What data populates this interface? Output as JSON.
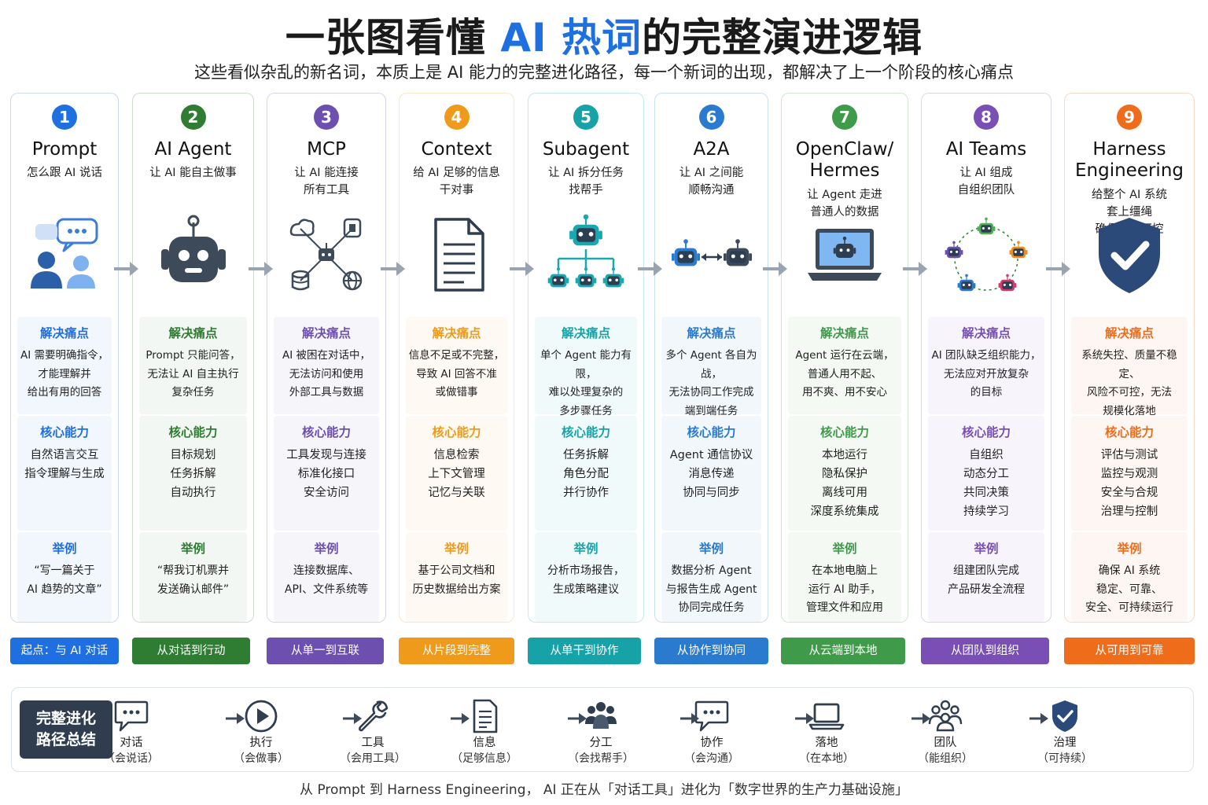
{
  "title": {
    "pre": "一张图看懂 ",
    "accent": "AI 热词",
    "post": "的完整演进逻辑"
  },
  "subtitle": "这些看似杂乱的新名词，本质上是 AI 能力的完整进化路径，每一个新词的出现，都解决了上一个阶段的核心痛点",
  "section_labels": {
    "pain": "解决痛点",
    "core": "核心能力",
    "example": "举例"
  },
  "cards": [
    {
      "num": "1",
      "name": "Prompt",
      "desc": "怎么跟 AI 说话",
      "icon": "chat-people-icon",
      "color": "#1f6fe0",
      "pain": [
        "AI 需要明确指令，",
        "才能理解并",
        "给出有用的回答"
      ],
      "core": [
        "自然语言交互",
        "指令理解与生成"
      ],
      "example": [
        "“写一篇关于",
        "AI 趋势的文章”"
      ],
      "tag": "起点：与 AI 对话"
    },
    {
      "num": "2",
      "name": "AI Agent",
      "desc": "让 AI 能自主做事",
      "icon": "robot-icon",
      "color": "#2e7d32",
      "pain": [
        "Prompt 只能问答，",
        "无法让 AI 自主执行",
        "复杂任务"
      ],
      "core": [
        "目标规划",
        "任务拆解",
        "自动执行"
      ],
      "example": [
        "“帮我订机票并",
        "发送确认邮件”"
      ],
      "tag": "从对话到行动"
    },
    {
      "num": "3",
      "name": "MCP",
      "desc": "让 AI 能连接\n所有工具",
      "icon": "tool-network-icon",
      "color": "#6d4fb0",
      "pain": [
        "AI 被困在对话中，",
        "无法访问和使用",
        "外部工具与数据"
      ],
      "core": [
        "工具发现与连接",
        "标准化接口",
        "安全访问"
      ],
      "example": [
        "连接数据库、",
        "API、文件系统等"
      ],
      "tag": "从单一到互联"
    },
    {
      "num": "4",
      "name": "Context",
      "desc": "给 AI 足够的信息\n干对事",
      "icon": "document-icon",
      "color": "#ef9a1a",
      "pain": [
        "信息不足或不完整，",
        "导致 AI 回答不准",
        "或做错事"
      ],
      "core": [
        "信息检索",
        "上下文管理",
        "记忆与关联"
      ],
      "example": [
        "基于公司文档和",
        "历史数据给出方案"
      ],
      "tag": "从片段到完整"
    },
    {
      "num": "5",
      "name": "Subagent",
      "desc": "让 AI 拆分任务\n找帮手",
      "icon": "robot-tree-icon",
      "color": "#17a2a8",
      "pain": [
        "单个 Agent 能力有限，",
        "难以处理复杂的",
        "多步骤任务"
      ],
      "core": [
        "任务拆解",
        "角色分配",
        "并行协作"
      ],
      "example": [
        "分析市场报告，",
        "生成策略建议"
      ],
      "tag": "从单干到协作"
    },
    {
      "num": "6",
      "name": "A2A",
      "desc": "让 AI 之间能\n顺畅沟通",
      "icon": "robot-exchange-icon",
      "color": "#2a7bd0",
      "pain": [
        "多个 Agent 各自为战，",
        "无法协同工作完成",
        "端到端任务"
      ],
      "core": [
        "Agent 通信协议",
        "消息传递",
        "协同与同步"
      ],
      "example": [
        "数据分析 Agent",
        "与报告生成 Agent",
        "协同完成任务"
      ],
      "tag": "从协作到协同"
    },
    {
      "num": "7",
      "name": "OpenClaw/\nHermes",
      "desc": "让 Agent 走进\n普通人的数据",
      "icon": "laptop-robot-icon",
      "color": "#3f9a4a",
      "pain": [
        "Agent 运行在云端，",
        "普通人用不起、",
        "用不爽、用不安心"
      ],
      "core": [
        "本地运行",
        "隐私保护",
        "离线可用",
        "深度系统集成"
      ],
      "example": [
        "在本地电脑上",
        "运行 AI 助手，",
        "管理文件和应用"
      ],
      "tag": "从云端到本地"
    },
    {
      "num": "8",
      "name": "AI Teams",
      "desc": "让 AI 组成\n自组织团队",
      "icon": "robot-circle-icon",
      "color": "#7a4fb5",
      "pain": [
        "AI 团队缺乏组织能力，",
        "无法应对开放复杂",
        "的目标"
      ],
      "core": [
        "自组织",
        "动态分工",
        "共同决策",
        "持续学习"
      ],
      "example": [
        "组建团队完成",
        "产品研发全流程"
      ],
      "tag": "从团队到组织"
    },
    {
      "num": "9",
      "name": "Harness\nEngineering",
      "desc": "给整个 AI 系统\n套上缰绳\n确保稳定可控",
      "icon": "shield-check-icon",
      "color": "#ef6c1a",
      "pain": [
        "系统失控、质量不稳定、",
        "风险不可控，无法",
        "规模化落地"
      ],
      "core": [
        "评估与测试",
        "监控与观测",
        "安全与合规",
        "治理与控制"
      ],
      "example": [
        "确保 AI 系统",
        "稳定、可靠、",
        "安全、可持续运行"
      ],
      "tag": "从可用到可靠"
    }
  ],
  "summary": {
    "label": "完整进化\n路径总结",
    "items": [
      {
        "name": "对话",
        "sub": "（会说话）",
        "icon": "chat-bubble-icon"
      },
      {
        "name": "执行",
        "sub": "（会做事）",
        "icon": "play-icon"
      },
      {
        "name": "工具",
        "sub": "（会用工具）",
        "icon": "wrench-icon"
      },
      {
        "name": "信息",
        "sub": "（足够信息）",
        "icon": "document-icon"
      },
      {
        "name": "分工",
        "sub": "（会找帮手）",
        "icon": "group-icon"
      },
      {
        "name": "协作",
        "sub": "（会沟通）",
        "icon": "chat-bubble-icon"
      },
      {
        "name": "落地",
        "sub": "（在本地）",
        "icon": "laptop-icon"
      },
      {
        "name": "团队",
        "sub": "（能组织）",
        "icon": "team-icon"
      },
      {
        "name": "治理",
        "sub": "（可持续）",
        "icon": "shield-check-icon"
      }
    ]
  },
  "footer": "从 Prompt 到 Harness Engineering， AI 正在从「对话工具」进化为「数字世界的生产力基础设施」"
}
